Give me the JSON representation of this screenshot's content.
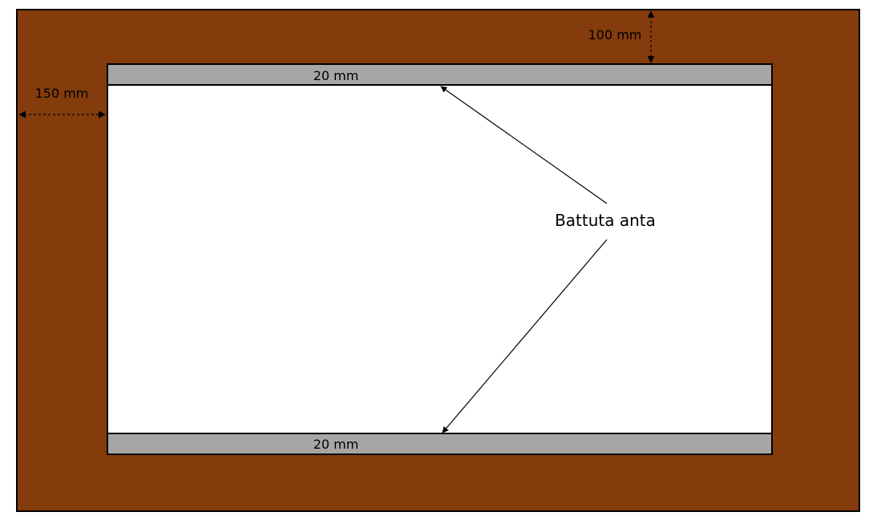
{
  "colors": {
    "frame": "#843C0C",
    "rebate": "#A6A6A6",
    "opening": "#FFFFFF",
    "outline": "#000000"
  },
  "labels": {
    "top_offset": "100 mm",
    "side_offset": "150 mm",
    "top_rebate": "20 mm",
    "bottom_rebate": "20 mm",
    "callout": "Battuta anta"
  }
}
